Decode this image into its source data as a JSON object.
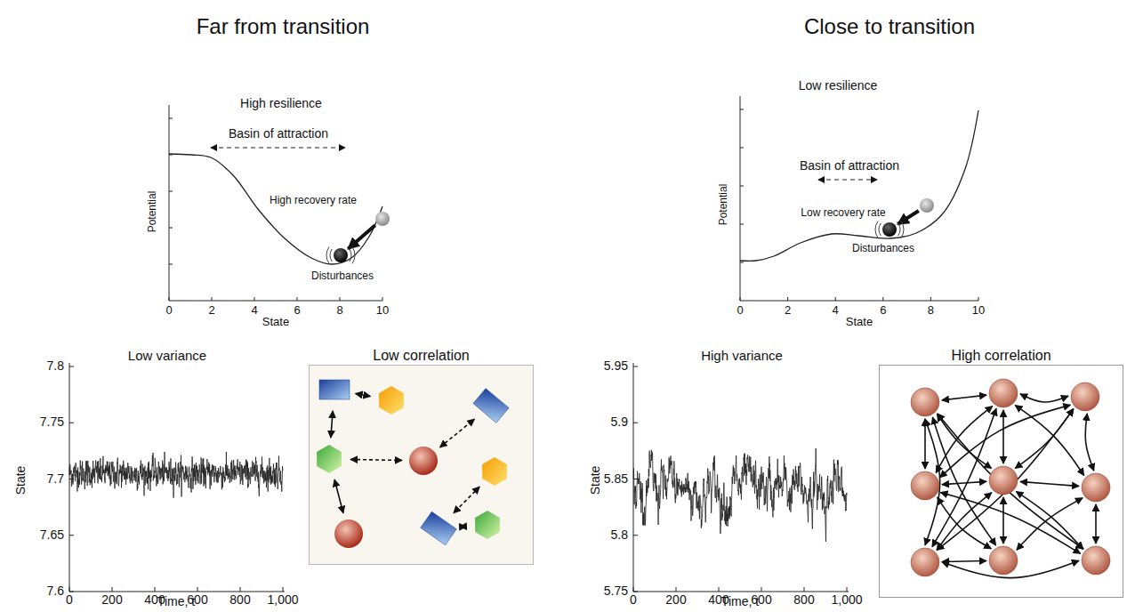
{
  "diagram": {
    "nodes": [
      {
        "text": [
          "Low correlation"
        ]
      },
      {
        "text": [
          "High correlation"
        ]
      }
    ],
    "labels": [
      "Far from transition",
      "Close to transition",
      "High resilience",
      "Basin of attraction",
      "High recovery rate",
      "Disturbances",
      "Potential",
      "State",
      "0",
      "2",
      "4",
      "6",
      "8",
      "10",
      "Low resilience",
      "Basin of attraction",
      "Low recovery rate",
      "Disturbances",
      "Potential",
      "State",
      "0",
      "2",
      "4",
      "6",
      "8",
      "10",
      "Low variance",
      "State",
      "7.6",
      "7.65",
      "7.7",
      "7.75",
      "7.8",
      "0",
      "200",
      "400",
      "600",
      "800",
      "1,000",
      "Time, t",
      "High variance",
      "State",
      "5.75",
      "5.8",
      "5.85",
      "5.9",
      "5.95",
      "0",
      "200",
      "400",
      "600",
      "800",
      "1,000",
      "Time, t"
    ]
  }
}
